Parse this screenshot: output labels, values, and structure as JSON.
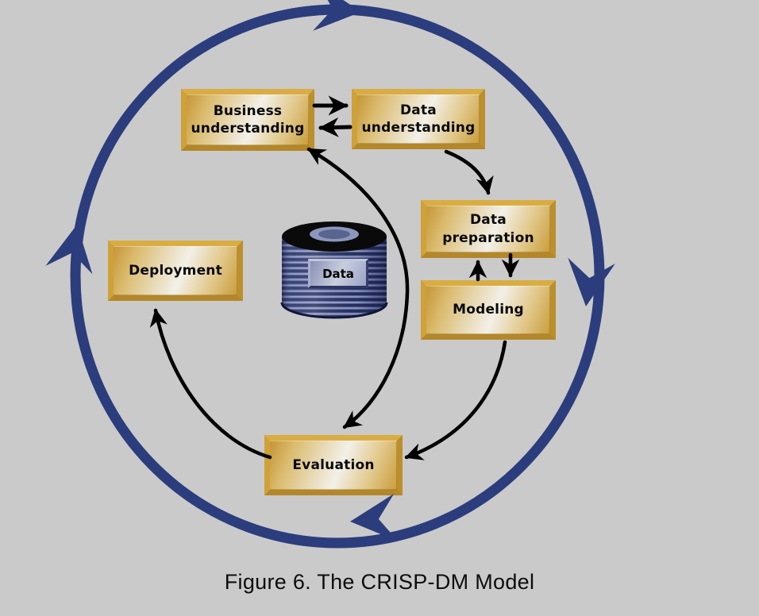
{
  "figure": {
    "caption": "Figure 6. The CRISP-DM Model"
  },
  "diagram": {
    "type": "cycle",
    "phases": [
      {
        "label": "Business understanding"
      },
      {
        "label": "Data understanding"
      },
      {
        "label": "Data preparation"
      },
      {
        "label": "Modeling"
      },
      {
        "label": "Evaluation"
      },
      {
        "label": "Deployment"
      }
    ],
    "data_store": {
      "label": "Data"
    },
    "flows": [
      "Business understanding -> Data understanding",
      "Data understanding -> Business understanding",
      "Data understanding -> Data preparation",
      "Data preparation -> Modeling",
      "Modeling -> Data preparation",
      "Modeling -> Evaluation",
      "Evaluation -> Business understanding",
      "Business understanding -> Evaluation",
      "Evaluation -> Deployment"
    ],
    "colors": {
      "background": "#cacaca",
      "cycle_arrow": "#2b3d7c",
      "phase_box_gold": "#cda23e",
      "flow_arrow": "#000000",
      "cylinder_blue": "#4a5694",
      "text": "#0d0d0d"
    }
  }
}
